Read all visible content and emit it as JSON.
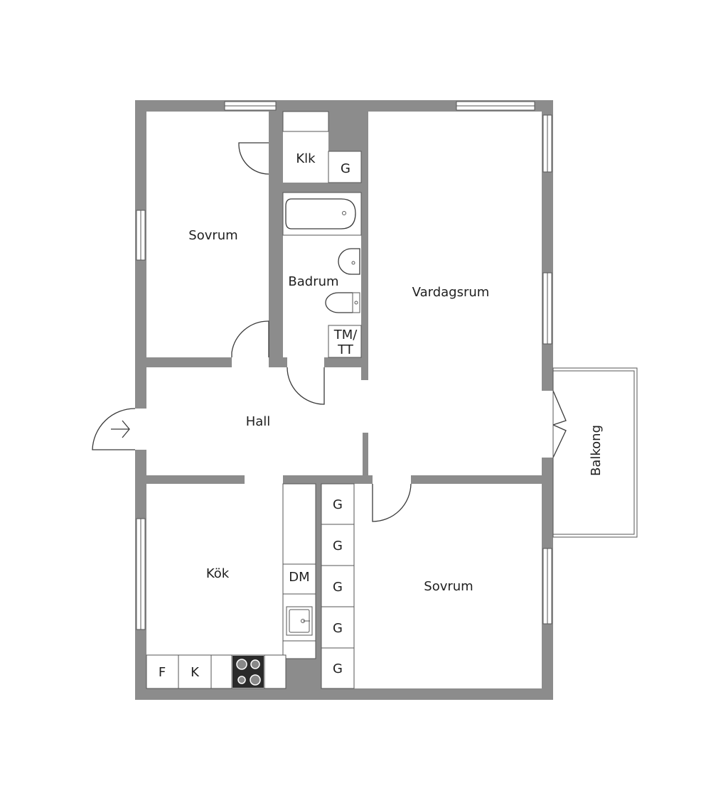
{
  "rooms": {
    "sovrum_top": "Sovrum",
    "klk": "Klk",
    "badrum": "Badrum",
    "vardagsrum": "Vardagsrum",
    "hall": "Hall",
    "kok": "Kök",
    "sovrum_bottom": "Sovrum",
    "balkong": "Balkong"
  },
  "fixtures": {
    "klk_cabinet": "G",
    "tm_line1": "TM/",
    "tm_line2": "TT",
    "dishwasher": "DM",
    "freezer": "F",
    "fridge": "K",
    "wardrobes": [
      "G",
      "G",
      "G",
      "G",
      "G"
    ]
  },
  "colors": {
    "wall": "#8c8c8c",
    "line": "#3a3a3a",
    "background": "#ffffff"
  }
}
